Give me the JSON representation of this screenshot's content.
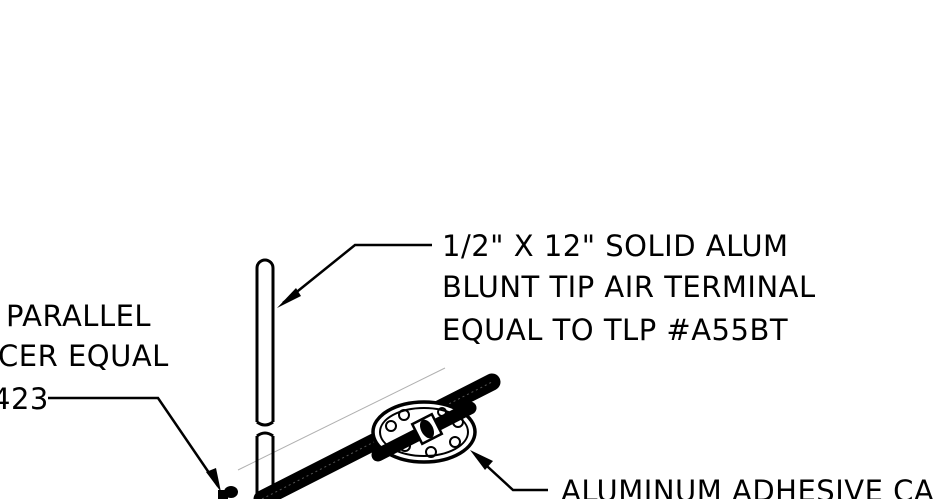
{
  "labels": {
    "air_terminal": {
      "line1": "1/2\" X 12\" SOLID ALUM",
      "line2": "BLUNT TIP AIR TERMINAL",
      "line3": "EQUAL TO TLP #A55BT"
    },
    "connector": {
      "line1": "PARALLEL",
      "line2": "CER EQUAL",
      "line3": "423"
    },
    "cable_holder": {
      "line1": "ALUMINUM ADHESIVE CABLE"
    }
  },
  "colors": {
    "ink": "#000000",
    "thin_line": "#b0b0b0",
    "background": "#ffffff"
  }
}
